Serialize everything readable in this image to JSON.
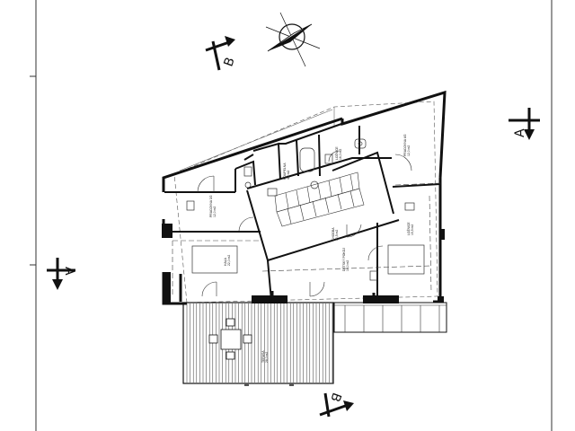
{
  "drawing": {
    "section_marks": {
      "a_left": "A",
      "a_right": "A",
      "b_top": "B",
      "b_bottom": "B"
    },
    "room_labels": [
      "PRACOVNA 3/2\n12,0 m2",
      "KOUPELNA\n4,2 m2",
      "LOŽNICE\n16,0 m2",
      "PRACOVNA 4/2\n12,0 m2",
      "CHODBA\n10,5 m2",
      "HALA\n22,0 m2",
      "DĚTSKÝ POKOJ\n14,0 m2",
      "LOŽNICE\n15,5 m2",
      "TERASA\n28,0 m2"
    ]
  }
}
